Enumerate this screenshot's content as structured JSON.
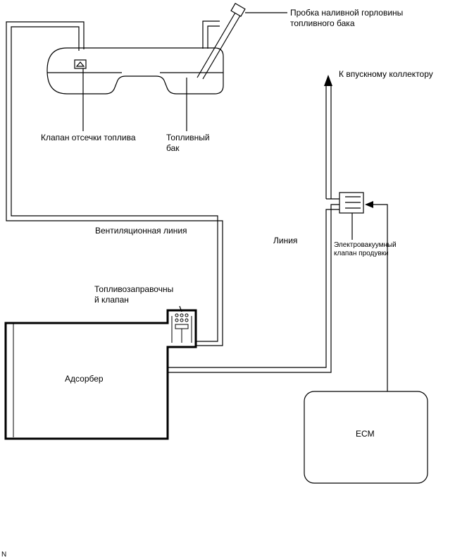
{
  "labels": {
    "filler_cap": "Пробка наливной горловины\nтопливного бака",
    "intake": "К впускному коллектору",
    "cutoff_valve": "Клапан отсечки топлива",
    "fuel_tank": "Топливный\nбак",
    "vent_line": "Вентиляционная линия",
    "line": "Линия",
    "vsv": "Электровакуумный\nклапан продувки",
    "refuel_valve": "Топливозаправочны\nй клапан",
    "canister": "Адсорбер",
    "ecm": "ECM",
    "corner_mark": "N"
  }
}
